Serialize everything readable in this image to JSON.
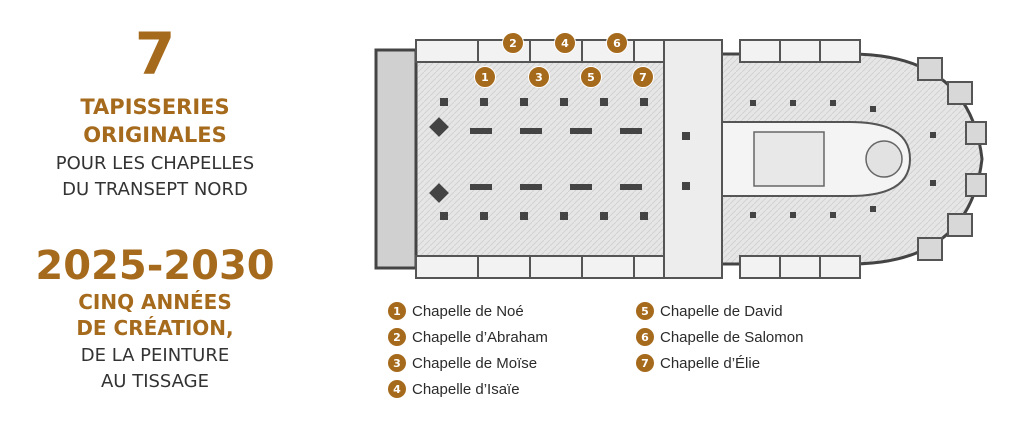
{
  "headline": {
    "number": "7",
    "line1": "TAPISSERIES",
    "line2": "ORIGINALES",
    "line3": "POUR LES CHAPELLES",
    "line4": "DU TRANSEPT NORD"
  },
  "period": {
    "years": "2025-2030",
    "line1": "CINQ ANNÉES",
    "line2": "DE CRÉATION,",
    "line3": "DE LA PEINTURE",
    "line4": "AU TISSAGE"
  },
  "legend": [
    {
      "num": "1",
      "label": "Chapelle de Noé"
    },
    {
      "num": "2",
      "label": "Chapelle d’Abraham"
    },
    {
      "num": "3",
      "label": "Chapelle de Moïse"
    },
    {
      "num": "4",
      "label": "Chapelle d’Isaïe"
    },
    {
      "num": "5",
      "label": "Chapelle de David"
    },
    {
      "num": "6",
      "label": "Chapelle de Salomon"
    },
    {
      "num": "7",
      "label": "Chapelle d’Élie"
    }
  ],
  "markers": [
    "1",
    "2",
    "3",
    "4",
    "5",
    "6",
    "7"
  ],
  "colors": {
    "accent": "#a66a1c",
    "text": "#333333",
    "plan_fill": "#e4e4e4",
    "plan_wall": "#444444"
  }
}
